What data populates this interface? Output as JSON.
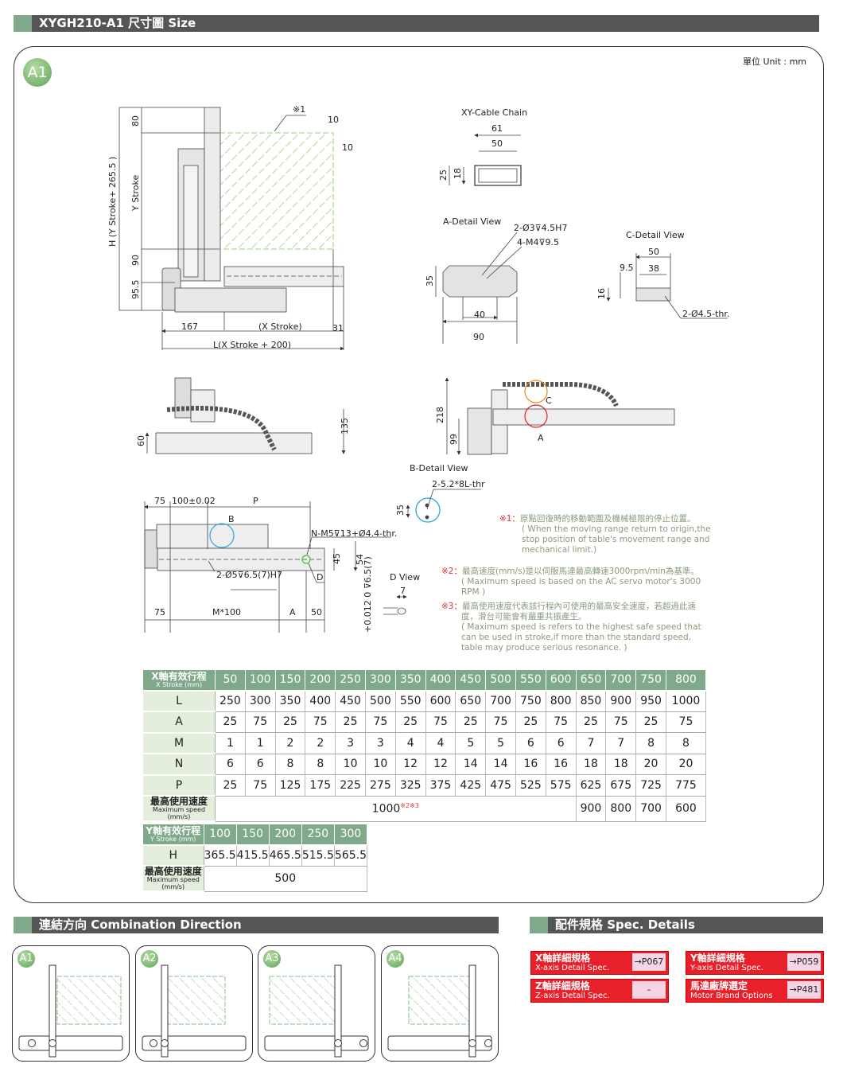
{
  "header": {
    "title": "XYGH210-A1 尺寸圖  Size"
  },
  "badge": "A1",
  "unit": "單位 Unit : mm",
  "colors": {
    "accent_green": "#7fa98a",
    "bar_gray": "#555555",
    "spec_red": "#e8202a"
  },
  "top_view": {
    "note_mark": "※1",
    "dim_10a": "10",
    "dim_10b": "10",
    "dim_80": "80",
    "y_stroke": "Y Stroke",
    "dim_90": "90",
    "dim_95_5": "95.5",
    "h_label": "H (Y Stroke+ 265.5 )",
    "dim_167": "167",
    "x_stroke": "(X Stroke)",
    "dim_31": "31",
    "l_label": "L(X Stroke + 200)"
  },
  "cable_chain": {
    "title": "XY-Cable Chain",
    "w_outer": "61",
    "w_inner": "50",
    "h_outer": "25",
    "h_inner": "18"
  },
  "a_detail": {
    "title": "A-Detail View",
    "hole1": "2-Ø3⊽4.5H7",
    "hole2": "4-M4⊽9.5",
    "h": "35",
    "w_inner": "40",
    "w_outer": "90"
  },
  "c_detail": {
    "title": "C-Detail View",
    "w_outer": "50",
    "w_inner": "38",
    "offset": "9.5",
    "h": "16",
    "hole": "2-Ø4.5-thr."
  },
  "side_left": {
    "h1": "60",
    "h2": "135"
  },
  "side_right": {
    "h1": "218",
    "h2": "99",
    "mark_a": "A",
    "mark_c": "C"
  },
  "b_detail": {
    "title": "B-Detail View",
    "hole": "2-5.2*8L-thr",
    "h": "35"
  },
  "bottom_view": {
    "d75a": "75",
    "pitch": "100±0.02",
    "p": "P",
    "mark_b": "B",
    "holes_n": "N-M5⊽13+Ø4.4-thr.",
    "d45": "45",
    "d54": "54",
    "pin": "2-Ø5⊽6.5(7)H7",
    "mark_d": "D",
    "d75b": "75",
    "m100": "M*100",
    "a": "A",
    "d50": "50"
  },
  "d_view": {
    "title": "D View",
    "w": "7",
    "tol": "+0.012  0  ⊽6.5(7)"
  },
  "notes": [
    {
      "mark": "※1：",
      "zh": "原點回復時的移動範圍及機械極限的停止位置。",
      "en": "( When the moving range return to origin,the stop position of table's movement range and mechanical limit.)"
    },
    {
      "mark": "※2：",
      "zh": "最高速度(mm/s)是以伺服馬達最高轉速3000rpm/min為基準。",
      "en": "( Maximum speed is based on the AC servo motor's 3000 RPM )"
    },
    {
      "mark": "※3：",
      "zh": "最高使用速度代表該行程內可使用的最高安全速度，若超過此速度，滑台可能會有嚴重共振產生。",
      "en": "( Maximum speed is refers to the highest safe speed that can be used in stroke,if more than the standard speed, table may produce serious resonance. )"
    }
  ],
  "x_table": {
    "header_zh": "X軸有效行程",
    "header_en": "X Stroke (mm)",
    "strokes": [
      "50",
      "100",
      "150",
      "200",
      "250",
      "300",
      "350",
      "400",
      "450",
      "500",
      "550",
      "600",
      "650",
      "700",
      "750",
      "800"
    ],
    "rows": [
      {
        "label": "L",
        "values": [
          "250",
          "300",
          "350",
          "400",
          "450",
          "500",
          "550",
          "600",
          "650",
          "700",
          "750",
          "800",
          "850",
          "900",
          "950",
          "1000"
        ]
      },
      {
        "label": "A",
        "values": [
          "25",
          "75",
          "25",
          "75",
          "25",
          "75",
          "25",
          "75",
          "25",
          "75",
          "25",
          "75",
          "25",
          "75",
          "25",
          "75"
        ]
      },
      {
        "label": "M",
        "values": [
          "1",
          "1",
          "2",
          "2",
          "3",
          "3",
          "4",
          "4",
          "5",
          "5",
          "6",
          "6",
          "7",
          "7",
          "8",
          "8"
        ]
      },
      {
        "label": "N",
        "values": [
          "6",
          "6",
          "8",
          "8",
          "10",
          "10",
          "12",
          "12",
          "14",
          "14",
          "16",
          "16",
          "18",
          "18",
          "20",
          "20"
        ]
      },
      {
        "label": "P",
        "values": [
          "25",
          "75",
          "125",
          "175",
          "225",
          "275",
          "325",
          "375",
          "425",
          "475",
          "525",
          "575",
          "625",
          "675",
          "725",
          "775"
        ]
      }
    ],
    "speed_zh": "最高使用速度",
    "speed_en": "Maximum speed (mm/s)",
    "speed_main": "1000",
    "speed_main_note": "※2※3",
    "speed_tail": [
      "900",
      "800",
      "700",
      "600"
    ]
  },
  "y_table": {
    "header_zh": "Y軸有效行程",
    "header_en": "Y Stroke (mm)",
    "strokes": [
      "100",
      "150",
      "200",
      "250",
      "300"
    ],
    "h_label": "H",
    "h_values": [
      "365.5",
      "415.5",
      "465.5",
      "515.5",
      "565.5"
    ],
    "speed_zh": "最高使用速度",
    "speed_en": "Maximum speed (mm/s)",
    "speed": "500"
  },
  "combination": {
    "title": "連結方向  Combination Direction",
    "items": [
      "A1",
      "A2",
      "A3",
      "A4"
    ]
  },
  "spec": {
    "title": "配件規格  Spec. Details",
    "items": [
      {
        "zh": "X軸詳細規格",
        "en": "X-axis Detail Spec.",
        "page": "→P067"
      },
      {
        "zh": "Y軸詳細規格",
        "en": "Y-axis Detail Spec.",
        "page": "→P059"
      },
      {
        "zh": "Z軸詳細規格",
        "en": "Z-axis Detail Spec.",
        "page": "–"
      },
      {
        "zh": "馬達廠牌選定",
        "en": "Motor Brand Options",
        "page": "→P481"
      }
    ]
  }
}
